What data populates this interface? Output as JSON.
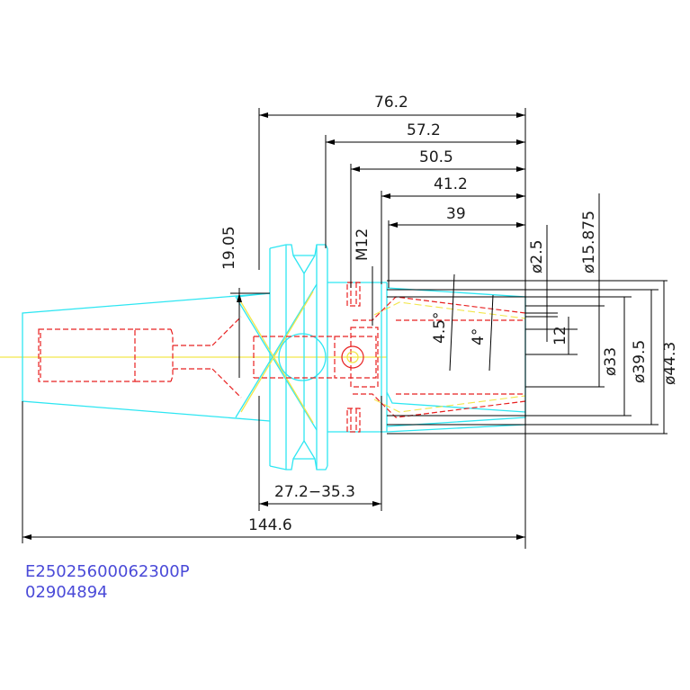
{
  "colors": {
    "outline": "#2ee6f2",
    "hidden_lines": "#e82020",
    "centerline": "#f2e64a",
    "dimensions": "#000000",
    "part_code": "#4a4ad8"
  },
  "dimensions": {
    "top_76_2": "76.2",
    "top_57_2": "57.2",
    "top_50_5": "50.5",
    "top_41_2": "41.2",
    "top_39": "39",
    "flange_19_05": "19.05",
    "thread_m12": "M12",
    "dia_2_5": "ø2.5",
    "dia_15_875": "ø15.875",
    "angle_4_5": "4.5°",
    "angle_4": "4°",
    "len_12": "12",
    "dia_33": "ø33",
    "dia_39_5": "ø39.5",
    "dia_44_3": "ø44.3",
    "range_27_2_35_3": "27.2−35.3",
    "overall_144_6": "144.6"
  },
  "part_code": {
    "line1": "E25025600062300P",
    "line2": "02904894"
  }
}
